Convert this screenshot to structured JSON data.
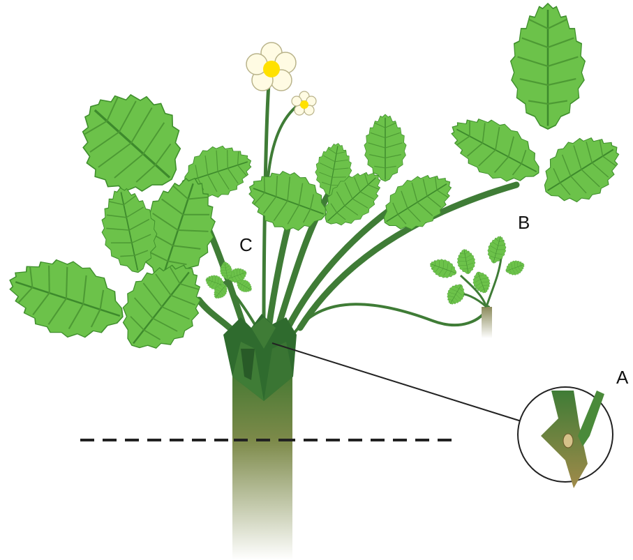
{
  "labels": {
    "a": "A",
    "b": "B",
    "c": "C"
  },
  "colors": {
    "leaf": "#6cc24a",
    "leaf_edge": "#3f8f2c",
    "vein": "#3d8a2c",
    "stem": "#3f7c36",
    "crown": "#2f6b2e",
    "root_top": "#4a7a34",
    "root_bottom": "#d8cdb0",
    "petal": "#fffbe3",
    "flower_center": "#ffe100",
    "ground_line": "#222222"
  }
}
